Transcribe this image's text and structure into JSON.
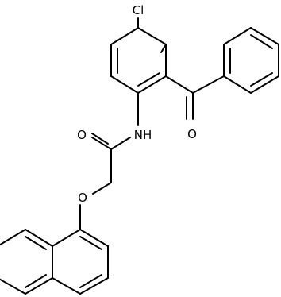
{
  "diagram": {
    "type": "chemical-structure",
    "atom_labels": {
      "cl": "Cl",
      "o_ketone": "O",
      "nh": "NH",
      "o_amide": "O",
      "o_ether": "O"
    }
  }
}
